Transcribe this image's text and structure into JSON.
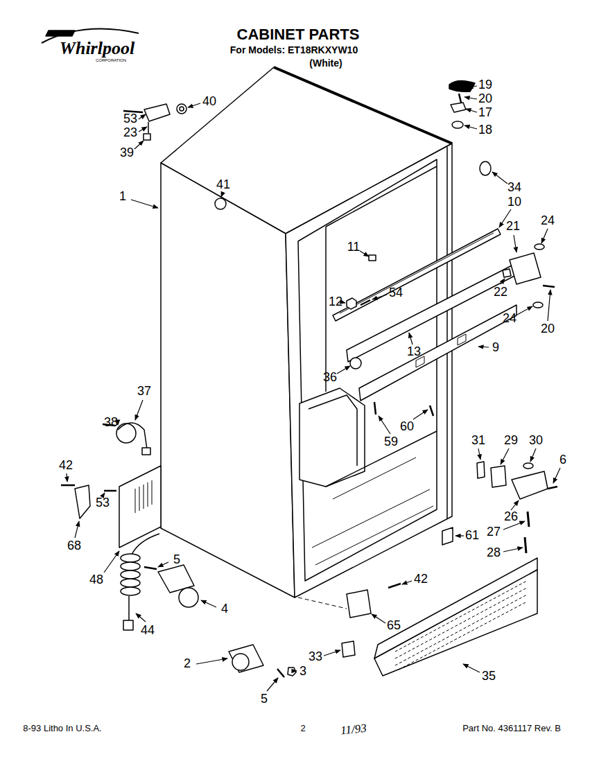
{
  "diagram": {
    "title": "CABINET PARTS",
    "labels": [
      "Whirlpool",
      "CORPORATION",
      "For Models: ET18RKXYW10",
      "(White)",
      "19",
      "20",
      "17",
      "18",
      "40",
      "53",
      "23",
      "39",
      "34",
      "1",
      "41",
      "10",
      "11",
      "21",
      "24",
      "12",
      "22",
      "24",
      "20",
      "54",
      "13",
      "9",
      "36",
      "60",
      "59",
      "37",
      "38",
      "31",
      "29",
      "30",
      "6",
      "42",
      "53",
      "68",
      "48",
      "26",
      "27",
      "28",
      "61",
      "5",
      "4",
      "44",
      "42",
      "65",
      "2",
      "33",
      "3",
      "35",
      "5",
      "8-93 Litho In U.S.A.",
      "2",
      "11/93",
      "Part No. 4361117 Rev. B"
    ]
  }
}
